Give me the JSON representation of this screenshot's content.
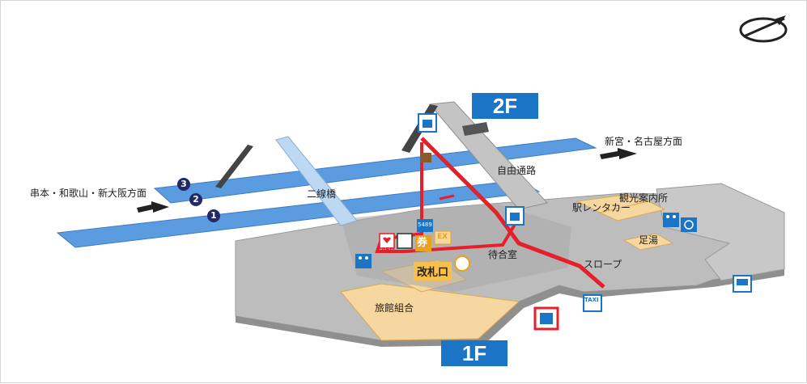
{
  "floors": {
    "upper": "2F",
    "lower": "1F"
  },
  "directions": {
    "west": "串本・和歌山・新大阪方面",
    "east": "新宮・名古屋方面"
  },
  "platforms": [
    "3",
    "2",
    "1"
  ],
  "labels": {
    "line_2": "二線橋",
    "free_passage": "自由通路",
    "rent_a_car": "駅レンタカー",
    "tourist_info": "観光案内所",
    "footbath": "足湯",
    "slope": "スロープ",
    "waiting_room": "待合室",
    "ticket_gate": "改札口",
    "ryokan_union": "旅館組合"
  },
  "icons": {
    "aed_text": "AED",
    "ticket_char": "券",
    "ex_text": "EX",
    "taxi_text": "TAXI",
    "ticket_machine_text": "5489"
  },
  "colors": {
    "platform": "#5b9be0",
    "floor": "#b8b8b8",
    "route": "#e5202b",
    "facility": "#f6d79f",
    "accent": "#1b74c5"
  }
}
